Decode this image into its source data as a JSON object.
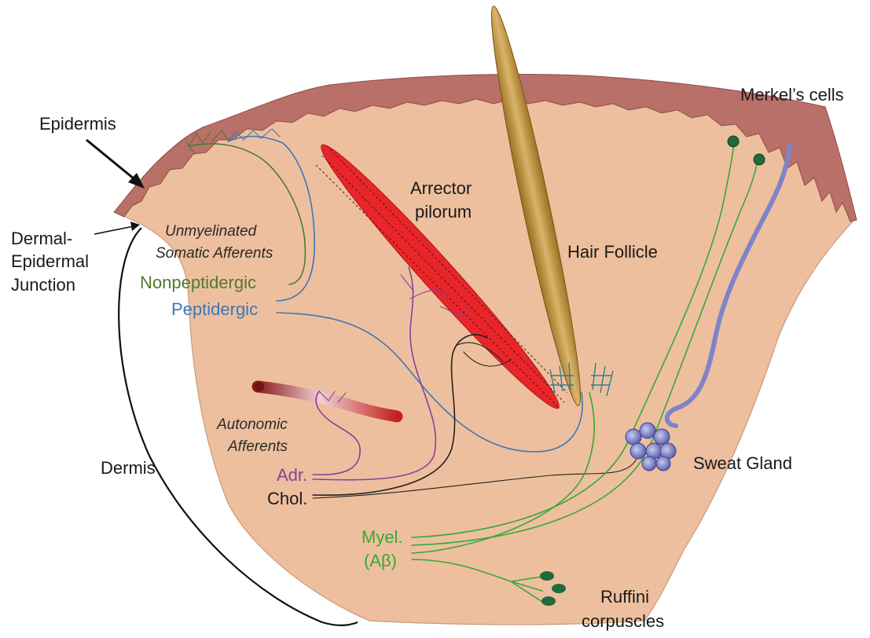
{
  "labels": {
    "epidermis": "Epidermis",
    "dej_line1": "Dermal-",
    "dej_line2": "Epidermal",
    "dej_line3": "Junction",
    "dermis": "Dermis",
    "unmyelinated_line1": "Unmyelinated",
    "unmyelinated_line2": "Somatic Afferents",
    "nonpeptidergic": "Nonpeptidergic",
    "peptidergic": "Peptidergic",
    "arrector_line1": "Arrector",
    "arrector_line2": "pilorum",
    "hair_follicle": "Hair Follicle",
    "merkel": "Merkel’s cells",
    "autonomic_line1": "Autonomic",
    "autonomic_line2": "Afferents",
    "adr": "Adr.",
    "chol": "Chol.",
    "myel_line1": "Myel.",
    "myel_line2": "(Aβ)",
    "sweat_gland": "Sweat Gland",
    "ruffini_line1": "Ruffini",
    "ruffini_line2": "corpuscles"
  },
  "colors": {
    "skin": "#eebf9e",
    "epidermis": "#b97068",
    "nonpeptidergic": "#4e7a2e",
    "peptidergic": "#3a78b8",
    "adrenergic": "#8a3f9c",
    "cholinergic": "#222222",
    "myelinated": "#36a836",
    "muscle": "#e8262a",
    "hair": "#b88a30",
    "sweat": "#7f84c8",
    "organ_dark": "#1f6b3a"
  }
}
